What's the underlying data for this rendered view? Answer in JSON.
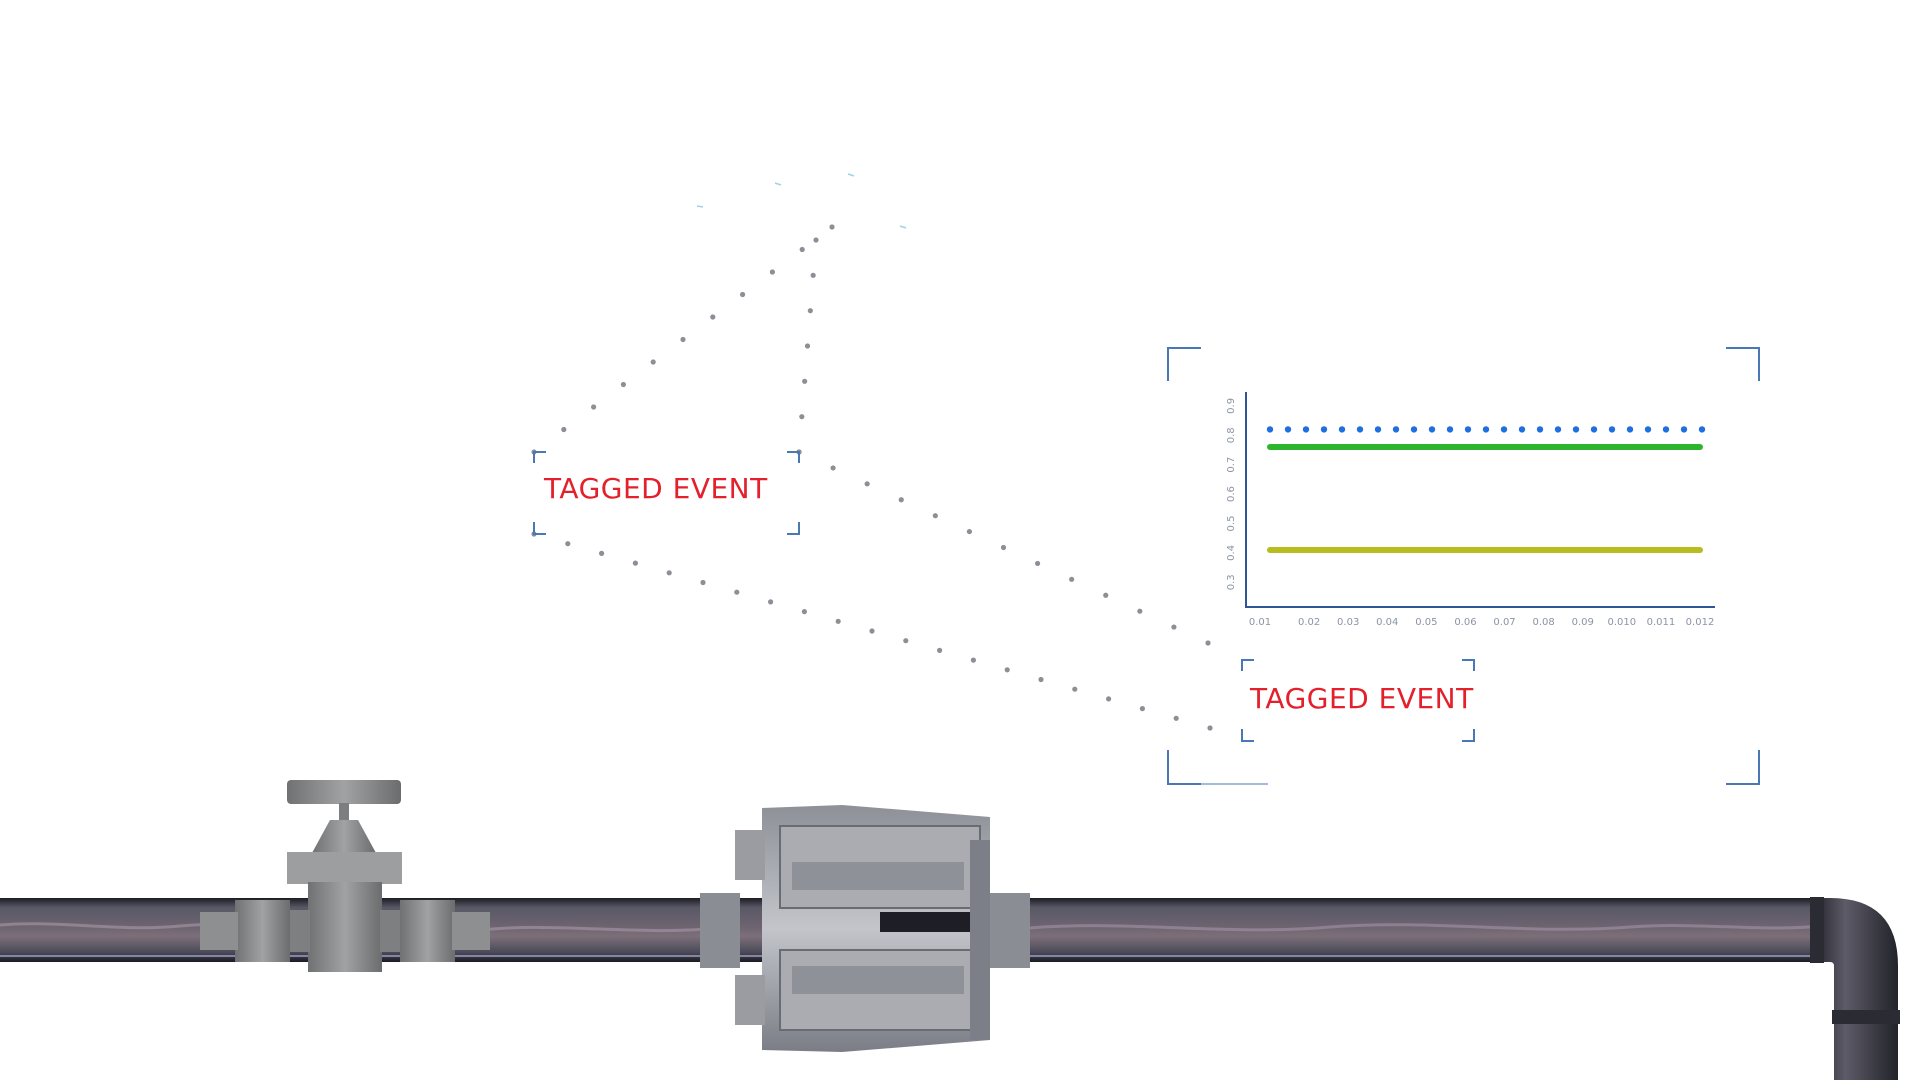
{
  "tags": [
    {
      "id": "tag-1",
      "label": "TAGGED EVENT"
    },
    {
      "id": "tag-2",
      "label": "TAGGED EVENT"
    }
  ],
  "colors": {
    "tag_text": "#e3202b",
    "bracket": "#4a78b5",
    "dots": "#8c8f96",
    "pipe": "#3d3f4a",
    "valve": "#8a8c8e",
    "sensor": "#6e7078",
    "axis": "#2f5597"
  },
  "chart_data": {
    "type": "line",
    "x": [
      "0.01",
      "0.02",
      "0.03",
      "0.04",
      "0.05",
      "0.06",
      "0.07",
      "0.08",
      "0.09",
      "0.010",
      "0.011",
      "0.012"
    ],
    "y_ticks": [
      "0.3",
      "0.4",
      "0.5",
      "0.6",
      "0.7",
      "0.8",
      "0.9"
    ],
    "ylim": [
      0.25,
      0.92
    ],
    "series": [
      {
        "style": "dotted",
        "color": "#1f6fe0",
        "values": [
          0.82,
          0.82,
          0.82,
          0.82,
          0.82,
          0.82,
          0.82,
          0.82,
          0.82,
          0.82,
          0.82,
          0.82
        ]
      },
      {
        "style": "solid",
        "color": "#2db52d",
        "values": [
          0.76,
          0.76,
          0.76,
          0.76,
          0.76,
          0.76,
          0.76,
          0.76,
          0.76,
          0.76,
          0.76,
          0.76
        ]
      },
      {
        "style": "solid",
        "color": "#b8bc1e",
        "values": [
          0.41,
          0.41,
          0.41,
          0.41,
          0.41,
          0.41,
          0.41,
          0.41,
          0.41,
          0.41,
          0.41,
          0.41
        ]
      }
    ],
    "title": "",
    "xlabel": "",
    "ylabel": "",
    "grid": false
  }
}
